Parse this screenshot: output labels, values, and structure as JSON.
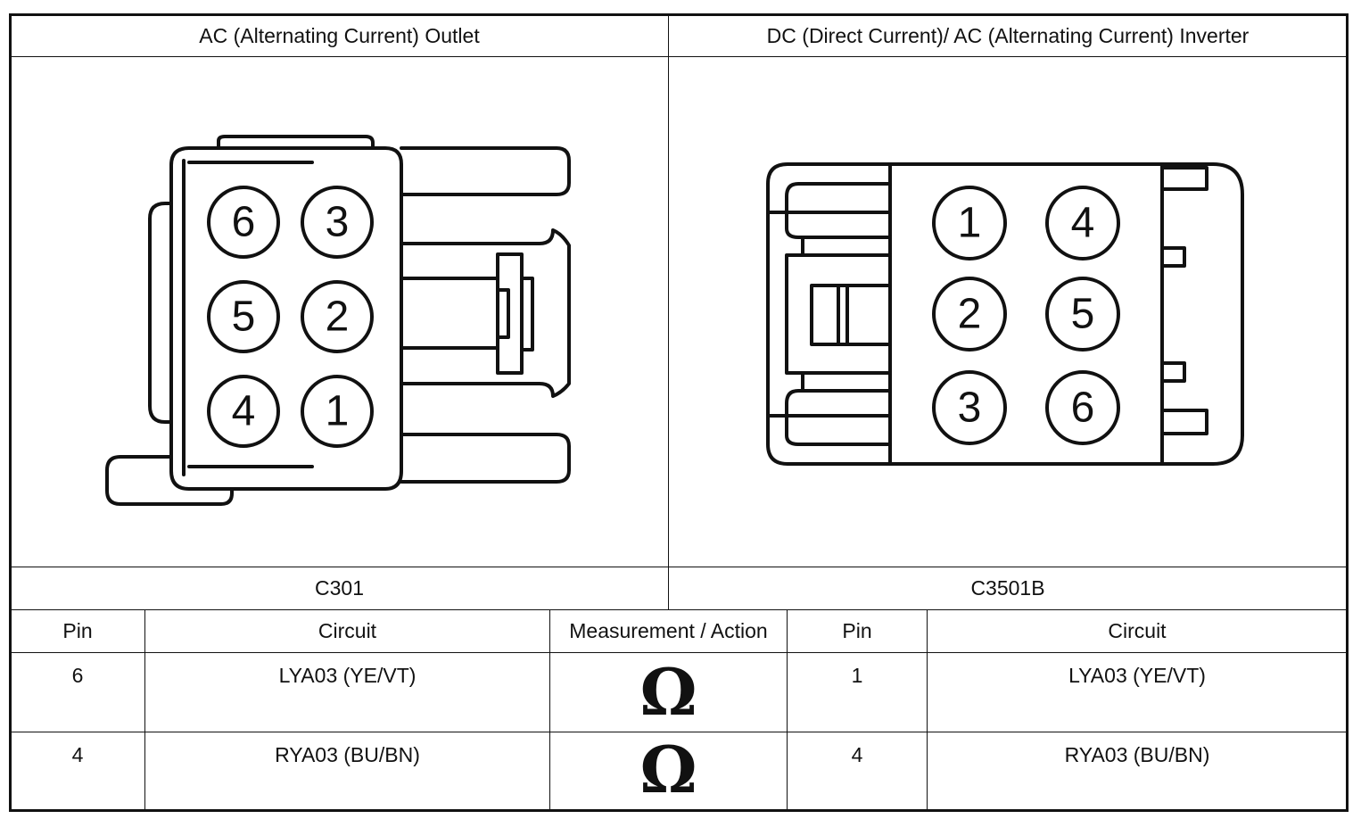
{
  "headers": {
    "left": "AC (Alternating Current) Outlet",
    "right": "DC (Direct Current)/ AC (Alternating Current) Inverter"
  },
  "connectors": {
    "left": {
      "id": "C301",
      "pins": [
        "6",
        "3",
        "5",
        "2",
        "4",
        "1"
      ]
    },
    "right": {
      "id": "C3501B",
      "pins": [
        "1",
        "4",
        "2",
        "5",
        "3",
        "6"
      ]
    }
  },
  "table": {
    "columns": [
      "Pin",
      "Circuit",
      "Measurement / Action",
      "Pin",
      "Circuit"
    ],
    "rows": [
      {
        "pin_a": "6",
        "circuit_a": "LYA03 (YE/VT)",
        "action": "Ω",
        "pin_b": "1",
        "circuit_b": "LYA03 (YE/VT)"
      },
      {
        "pin_a": "4",
        "circuit_a": "RYA03 (BU/BN)",
        "action": "Ω",
        "pin_b": "4",
        "circuit_b": "RYA03 (BU/BN)"
      }
    ]
  }
}
